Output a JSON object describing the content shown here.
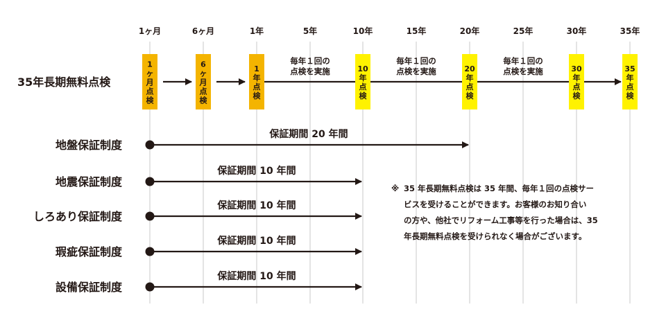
{
  "timeline": {
    "ticks": [
      "1ヶ月",
      "6ヶ月",
      "1年",
      "5年",
      "10年",
      "15年",
      "20年",
      "25年",
      "30年",
      "35年"
    ]
  },
  "inspection": {
    "label": "35年長期無料点検",
    "markers": [
      {
        "text": "1ヶ月点検",
        "lines": [
          "1",
          "ヶ",
          "月",
          "点",
          "検"
        ],
        "color": "#f4b400"
      },
      {
        "text": "6ヶ月点検",
        "lines": [
          "6",
          "ヶ",
          "月",
          "点",
          "検"
        ],
        "color": "#f4b400"
      },
      {
        "text": "1年点検",
        "lines": [
          "1",
          "年",
          "点",
          "検"
        ],
        "color": "#f4b400"
      },
      {
        "text": "10年点検",
        "lines": [
          "10",
          "年",
          "点",
          "検"
        ],
        "color": "#fff200"
      },
      {
        "text": "20年点検",
        "lines": [
          "20",
          "年",
          "点",
          "検"
        ],
        "color": "#fff200"
      },
      {
        "text": "30年点検",
        "lines": [
          "30",
          "年",
          "点",
          "検"
        ],
        "color": "#fff200"
      },
      {
        "text": "35年点検",
        "lines": [
          "35",
          "年",
          "点",
          "検"
        ],
        "color": "#fff200"
      }
    ],
    "yearly_note": [
      "毎年１回の",
      "点検を実施"
    ]
  },
  "warranties": [
    {
      "label": "地盤保証制度",
      "period": "保証期間 20 年間"
    },
    {
      "label": "地震保証制度",
      "period": "保証期間 10 年間"
    },
    {
      "label": "しろあり保証制度",
      "period": "保証期間 10 年間"
    },
    {
      "label": "瑕疵保証制度",
      "period": "保証期間 10 年間"
    },
    {
      "label": "設備保証制度",
      "period": "保証期間 10 年間"
    }
  ],
  "note": {
    "mark": "※",
    "lines": [
      "35 年長期無料点検は 35 年間、毎年１回の点検サー",
      "ビスを受けることができます。お客様のお知り合い",
      "の方や、他社でリフォーム工事等を行った場合は、35",
      "年長期無料点検を受けられなく場合がございます。"
    ]
  },
  "colors": {
    "ink": "#231815",
    "grid": "#c9caca",
    "orange": "#f4b400",
    "yellow": "#fff200"
  }
}
